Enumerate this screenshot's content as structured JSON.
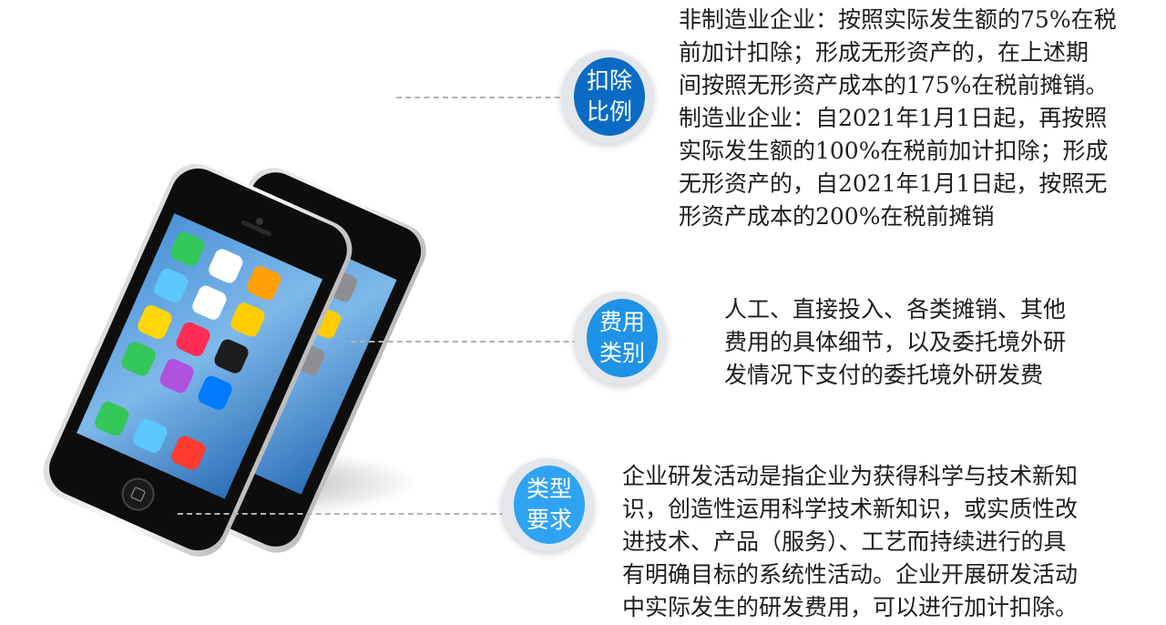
{
  "colors": {
    "badge_dark": "#0a6bc4",
    "badge_mid": "#1e92e6",
    "badge_light": "#2fa3f2",
    "ring": "#e3e6ea",
    "connector": "#b3b3b3",
    "text": "#1d1d1d"
  },
  "illustration": {
    "icon": "smartphone-icon",
    "phone_count": 2
  },
  "items": [
    {
      "badge_lines": [
        "扣除",
        "比例"
      ],
      "text_lines": [
        "非制造业企业：按照实际发生额的75%在税",
        "前加计扣除；形成无形资产的，在上述期",
        "间按照无形资产成本的175%在税前摊销。",
        "制造业企业：自2021年1月1日起，再按照",
        "实际发生额的100%在税前加计扣除；形成",
        "无形资产的，自2021年1月1日起，按照无",
        "形资产成本的200%在税前摊销"
      ]
    },
    {
      "badge_lines": [
        "费用",
        "类别"
      ],
      "text_lines": [
        "人工、直接投入、各类摊销、其他",
        "费用的具体细节，以及委托境外研",
        "发情况下支付的委托境外研发费"
      ]
    },
    {
      "badge_lines": [
        "类型",
        "要求"
      ],
      "text_lines": [
        "企业研发活动是指企业为获得科学与技术新知",
        "识，创造性运用科学技术新知识，或实质性改",
        "进技术、产品（服务）、工艺而持续进行的具",
        "有明确目标的系统性活动。企业开展研发活动",
        "中实际发生的研发费用，可以进行加计扣除。"
      ]
    }
  ]
}
